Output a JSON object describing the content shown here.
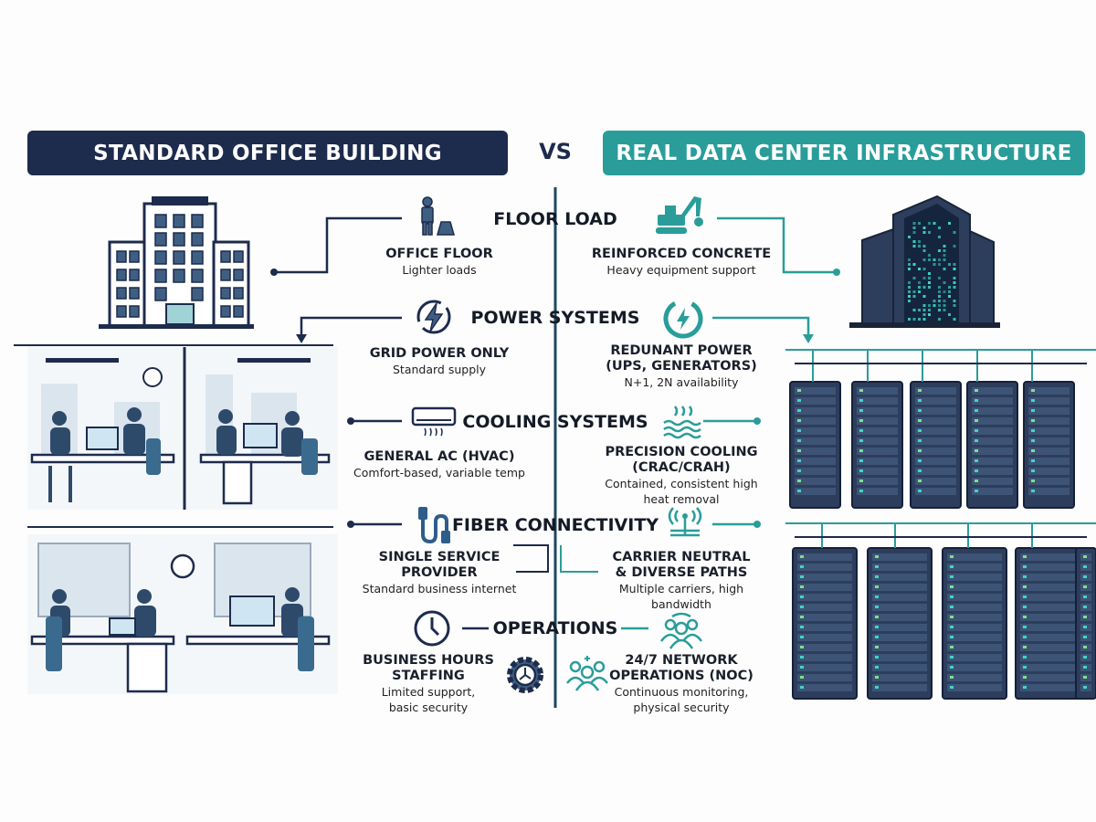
{
  "header": {
    "left_title": "STANDARD OFFICE BUILDING",
    "vs": "VS",
    "right_title": "REAL DATA CENTER INFRASTRUCTURE"
  },
  "colors": {
    "navy": "#1d2b4c",
    "teal": "#2a9d9a"
  },
  "sections": [
    {
      "title": "FLOOR LOAD",
      "left_icon": "person-weight-icon",
      "right_icon": "excavator-icon",
      "left": {
        "heading": [
          "OFFICE FLOOR"
        ],
        "desc": [
          "Lighter loads"
        ]
      },
      "right": {
        "heading": [
          "REINFORCED CONCRETE"
        ],
        "desc": [
          "Heavy equipment support"
        ]
      }
    },
    {
      "title": "POWER SYSTEMS",
      "left_icon": "lightning-icon",
      "right_icon": "power-icon",
      "left": {
        "heading": [
          "GRID POWER ONLY"
        ],
        "desc": [
          "Standard supply"
        ]
      },
      "right": {
        "heading": [
          "REDUNANT POWER",
          "(UPS, GENERATORS)"
        ],
        "desc": [
          "N+1, 2N availability"
        ]
      }
    },
    {
      "title": "COOLING SYSTEMS",
      "left_icon": "air-conditioner-icon",
      "right_icon": "heat-waves-icon",
      "left": {
        "heading": [
          "GENERAL AC (HVAC)"
        ],
        "desc": [
          "Comfort-based, variable temp"
        ]
      },
      "right": {
        "heading": [
          "PRECISION COOLING",
          "(CRAC/CRAH)"
        ],
        "desc": [
          "Contained, consistent high",
          "heat removal"
        ]
      }
    },
    {
      "title": "FIBER CONNECTIVITY",
      "left_icon": "cable-icon",
      "right_icon": "antenna-icon",
      "left": {
        "heading": [
          "SINGLE SERVICE",
          "PROVIDER"
        ],
        "desc": [
          "Standard business internet"
        ]
      },
      "right": {
        "heading": [
          "CARRIER NEUTRAL",
          "& DIVERSE PATHS"
        ],
        "desc": [
          "Multiple carriers, high",
          "bandwidth"
        ]
      }
    },
    {
      "title": "OPERATIONS",
      "left_icon": "clock-icon",
      "right_icon": "team-icon",
      "left": {
        "heading": [
          "BUSINESS HOURS",
          "STAFFING"
        ],
        "desc": [
          "Limited support,",
          "basic security"
        ]
      },
      "right": {
        "heading": [
          "24/7 NETWORK",
          "OPERATIONS (NOC)"
        ],
        "desc": [
          "Continuous monitoring,",
          "physical security"
        ]
      }
    }
  ]
}
